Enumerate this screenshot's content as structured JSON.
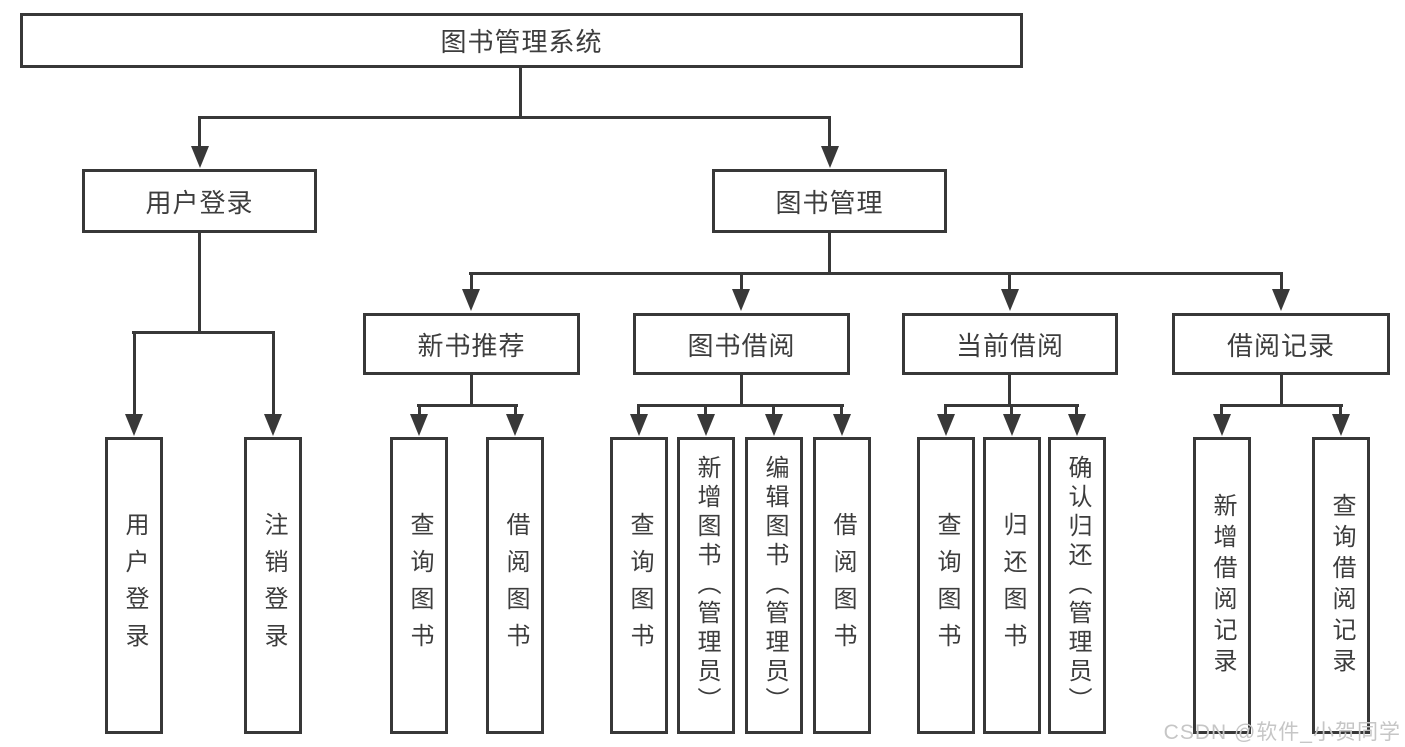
{
  "tree": {
    "label": "图书管理系统",
    "children": [
      {
        "label": "用户登录",
        "children": [
          {
            "label": "用户登录"
          },
          {
            "label": "注销登录"
          }
        ]
      },
      {
        "label": "图书管理",
        "children": [
          {
            "label": "新书推荐",
            "children": [
              {
                "label": "查询图书"
              },
              {
                "label": "借阅图书"
              }
            ]
          },
          {
            "label": "图书借阅",
            "children": [
              {
                "label": "查询图书"
              },
              {
                "label": "新增图书（管理员）"
              },
              {
                "label": "编辑图书（管理员）"
              },
              {
                "label": "借阅图书"
              }
            ]
          },
          {
            "label": "当前借阅",
            "children": [
              {
                "label": "查询图书"
              },
              {
                "label": "归还图书"
              },
              {
                "label": "确认归还（管理员）"
              }
            ]
          },
          {
            "label": "借阅记录",
            "children": [
              {
                "label": "新增借阅记录"
              },
              {
                "label": "查询借阅记录"
              }
            ]
          }
        ]
      }
    ]
  },
  "watermark": "CSDN @软件_小贺同学",
  "colors": {
    "line": "#383838",
    "text": "#3d3d3d",
    "watermark": "#c6c6c6",
    "background": "#ffffff"
  }
}
